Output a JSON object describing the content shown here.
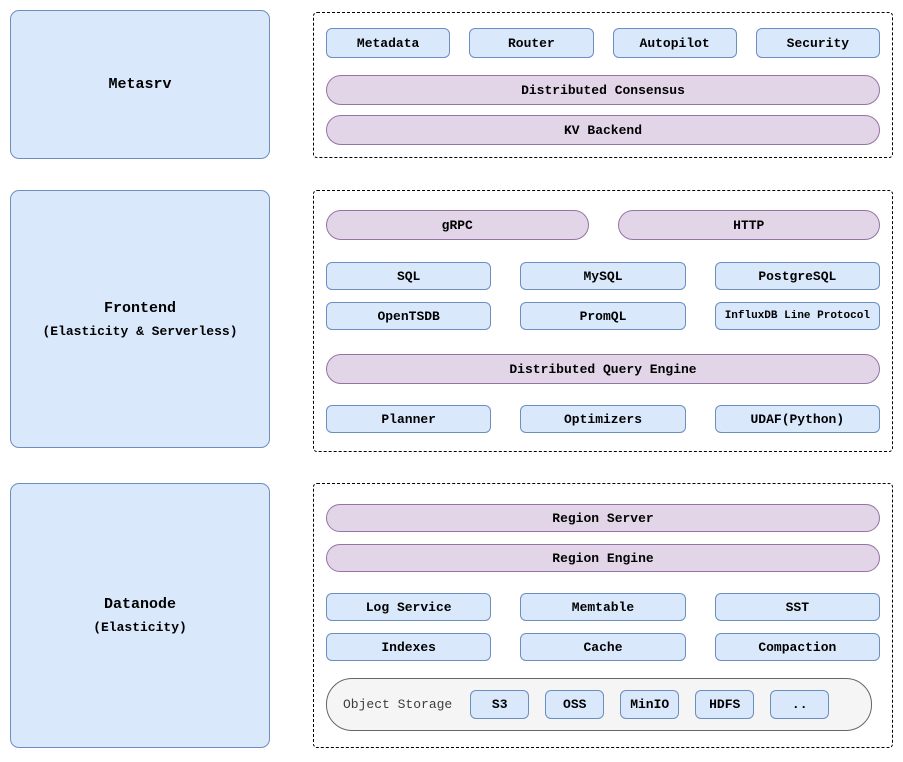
{
  "colors": {
    "box_fill": "#dae8fc",
    "box_border": "#6c8ebf",
    "pill_fill": "#e1d5e7",
    "pill_border": "#9673a6",
    "storage_fill": "#f5f5f5",
    "storage_border": "#666666",
    "panel_border": "#000000",
    "background": "#ffffff"
  },
  "metasrv": {
    "label": "Metasrv",
    "components": [
      "Metadata",
      "Router",
      "Autopilot",
      "Security"
    ],
    "pills": [
      "Distributed Consensus",
      "KV Backend"
    ]
  },
  "frontend": {
    "label": "Frontend",
    "sublabel": "(Elasticity & Serverless)",
    "protocol_pills": [
      "gRPC",
      "HTTP"
    ],
    "protocols_row1": [
      "SQL",
      "MySQL",
      "PostgreSQL"
    ],
    "protocols_row2": [
      "OpenTSDB",
      "PromQL",
      "InfluxDB Line Protocol"
    ],
    "engine_pill": "Distributed Query Engine",
    "engine_components": [
      "Planner",
      "Optimizers",
      "UDAF(Python)"
    ]
  },
  "datanode": {
    "label": "Datanode",
    "sublabel": "(Elasticity)",
    "pills": [
      "Region Server",
      "Region Engine"
    ],
    "components_row1": [
      "Log Service",
      "Memtable",
      "SST"
    ],
    "components_row2": [
      "Indexes",
      "Cache",
      "Compaction"
    ],
    "object_storage": {
      "label": "Object Storage",
      "backends": [
        "S3",
        "OSS",
        "MinIO",
        "HDFS",
        ".."
      ]
    }
  }
}
